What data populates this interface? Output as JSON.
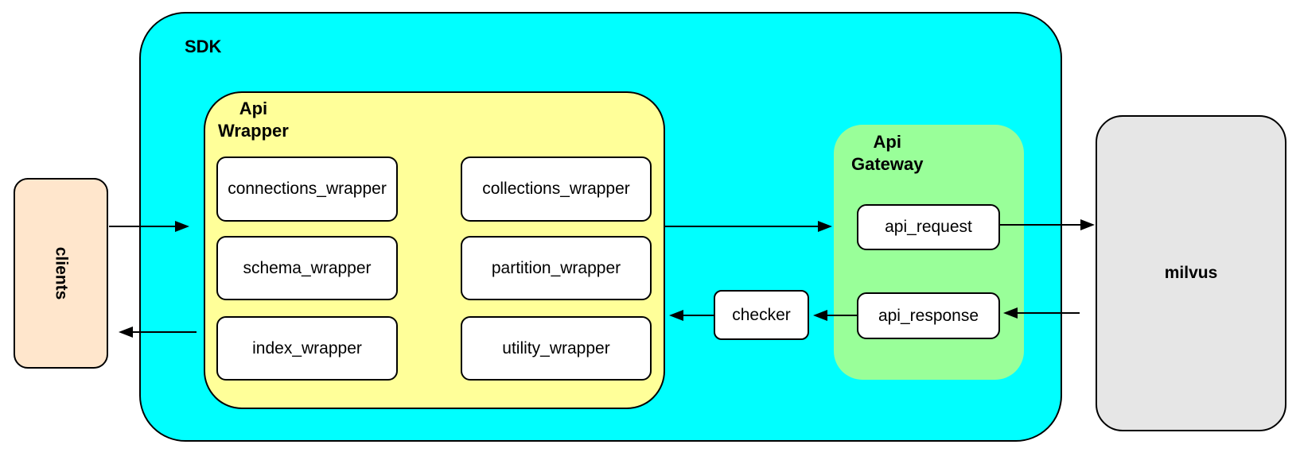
{
  "colors": {
    "sdk-fill": "#00FFFF",
    "wrapper-fill": "#FFFF99",
    "gateway-fill": "#99FF99",
    "clients-fill": "#FFE6CC",
    "milvus-fill": "#E6E6E6",
    "node-fill": "#FFFFFF",
    "stroke": "#000000"
  },
  "nodes": {
    "clients": {
      "label": "clients"
    },
    "sdk": {
      "label": "SDK"
    },
    "api_wrapper": {
      "label_line1": "Api",
      "label_line2": "Wrapper",
      "items": [
        {
          "label": "connections_wrapper"
        },
        {
          "label": "collections_wrapper"
        },
        {
          "label": "schema_wrapper"
        },
        {
          "label": "partition_wrapper"
        },
        {
          "label": "index_wrapper"
        },
        {
          "label": "utility_wrapper"
        }
      ]
    },
    "checker": {
      "label": "checker"
    },
    "api_gateway": {
      "label_line1": "Api",
      "label_line2": "Gateway",
      "items": [
        {
          "label": "api_request"
        },
        {
          "label": "api_response"
        }
      ]
    },
    "milvus": {
      "label": "milvus"
    }
  }
}
